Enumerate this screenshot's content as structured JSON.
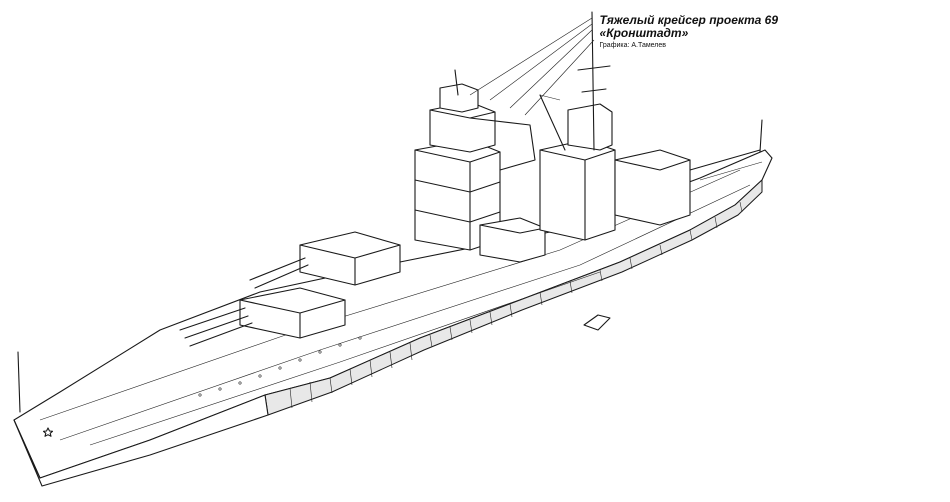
{
  "caption": {
    "title_line1": "Тяжелый крейсер проекта 69",
    "title_line2": "«Кронштадт»",
    "credit": "Графика: А.Тамелев"
  },
  "illustration": {
    "subject": "ship-line-drawing-icon",
    "line_color": "#1a1a1a",
    "background": "#ffffff"
  }
}
